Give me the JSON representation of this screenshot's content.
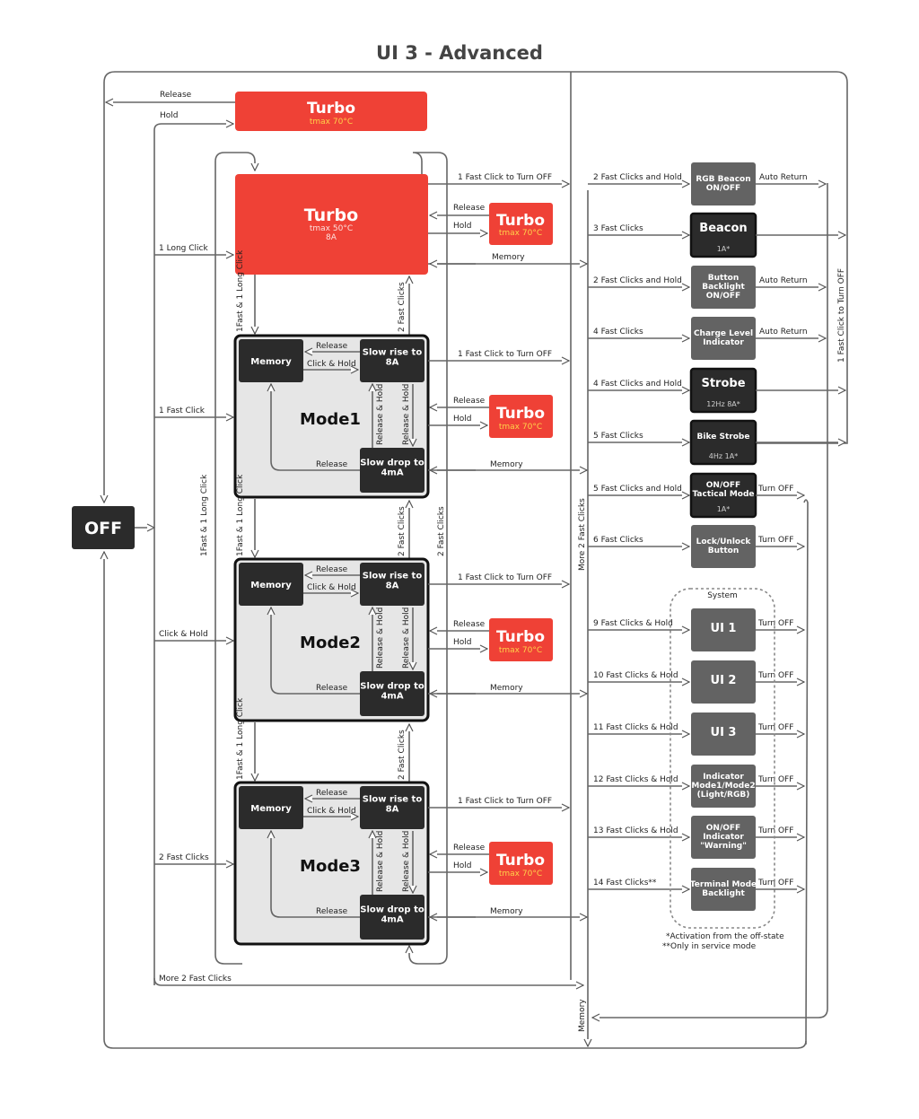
{
  "title": "UI 3 - Advanced",
  "colors": {
    "turbo": "#ef4136",
    "dark": "#2b2b2b",
    "gray": "#636363",
    "line": "#666666",
    "mode_bg": "#e6e6e6",
    "tmax": "#ffd24a"
  },
  "off": "OFF",
  "top_turbo": {
    "label": "Turbo",
    "sub": "tmax 70°C"
  },
  "big_turbo": {
    "label": "Turbo",
    "sub1": "tmax 50°C",
    "sub2": "8A"
  },
  "small_turbo": {
    "label": "Turbo",
    "sub": "tmax 70°C"
  },
  "modes": [
    {
      "name": "Mode1",
      "memory": "Memory",
      "rise": "Slow rise to 8A",
      "drop": "Slow drop to 4mA"
    },
    {
      "name": "Mode2",
      "memory": "Memory",
      "rise": "Slow rise to 8A",
      "drop": "Slow drop to 4mA"
    },
    {
      "name": "Mode3",
      "memory": "Memory",
      "rise": "Slow rise to 8A",
      "drop": "Slow drop to 4mA"
    }
  ],
  "labels": {
    "release": "Release",
    "hold": "Hold",
    "click_hold": "Click & Hold",
    "release_hold": "Release & Hold",
    "one_long_click": "1 Long Click",
    "one_fast_click": "1 Fast Click",
    "two_fast_clicks": "2 Fast Clicks",
    "more_2_fast_clicks": "More 2 Fast Clicks",
    "fast_long": "1Fast & 1 Long Click",
    "one_fast_turn_off": "1 Fast Click to Turn OFF",
    "memory": "Memory",
    "auto_return": "Auto Return",
    "turn_off": "Turn OFF",
    "system": "System"
  },
  "right_nodes": [
    {
      "trigger": "2 Fast Clicks and Hold",
      "label": "RGB Beacon ON/OFF",
      "sub": "",
      "out": "Auto Return"
    },
    {
      "trigger": "3 Fast Clicks",
      "label": "Beacon",
      "sub": "1A*",
      "out": ""
    },
    {
      "trigger": "2 Fast Clicks and Hold",
      "label": "Button Backlight ON/OFF",
      "sub": "",
      "out": "Auto Return"
    },
    {
      "trigger": "4 Fast Clicks",
      "label": "Charge Level Indicator",
      "sub": "",
      "out": "Auto Return"
    },
    {
      "trigger": "4 Fast Clicks and Hold",
      "label": "Strobe",
      "sub": "12Hz 8A*",
      "out": ""
    },
    {
      "trigger": "5 Fast Clicks",
      "label": "Bike Strobe",
      "sub": "4Hz 1A*",
      "out": ""
    },
    {
      "trigger": "5 Fast Clicks and Hold",
      "label": "ON/OFF Tactical Mode",
      "sub": "1A*",
      "out": "Turn OFF"
    },
    {
      "trigger": "6 Fast Clicks",
      "label": "Lock/Unlock Button",
      "sub": "",
      "out": "Turn OFF"
    },
    {
      "trigger": "9 Fast Clicks & Hold",
      "label": "UI 1",
      "sub": "",
      "out": "Turn OFF"
    },
    {
      "trigger": "10 Fast Clicks & Hold",
      "label": "UI 2",
      "sub": "",
      "out": "Turn OFF"
    },
    {
      "trigger": "11 Fast Clicks & Hold",
      "label": "UI 3",
      "sub": "",
      "out": "Turn OFF"
    },
    {
      "trigger": "12 Fast Clicks & Hold",
      "label": "Indicator Mode1/Mode2 (Light/RGB)",
      "sub": "",
      "out": "Turn OFF"
    },
    {
      "trigger": "13 Fast Clicks & Hold",
      "label": "ON/OFF Indicator \"Warning\"",
      "sub": "",
      "out": "Turn OFF"
    },
    {
      "trigger": "14 Fast Clicks**",
      "label": "Terminal Mode Backlight",
      "sub": "",
      "out": "Turn OFF"
    }
  ],
  "notes": [
    "*Activation from the off-state",
    "**Only in service mode"
  ]
}
